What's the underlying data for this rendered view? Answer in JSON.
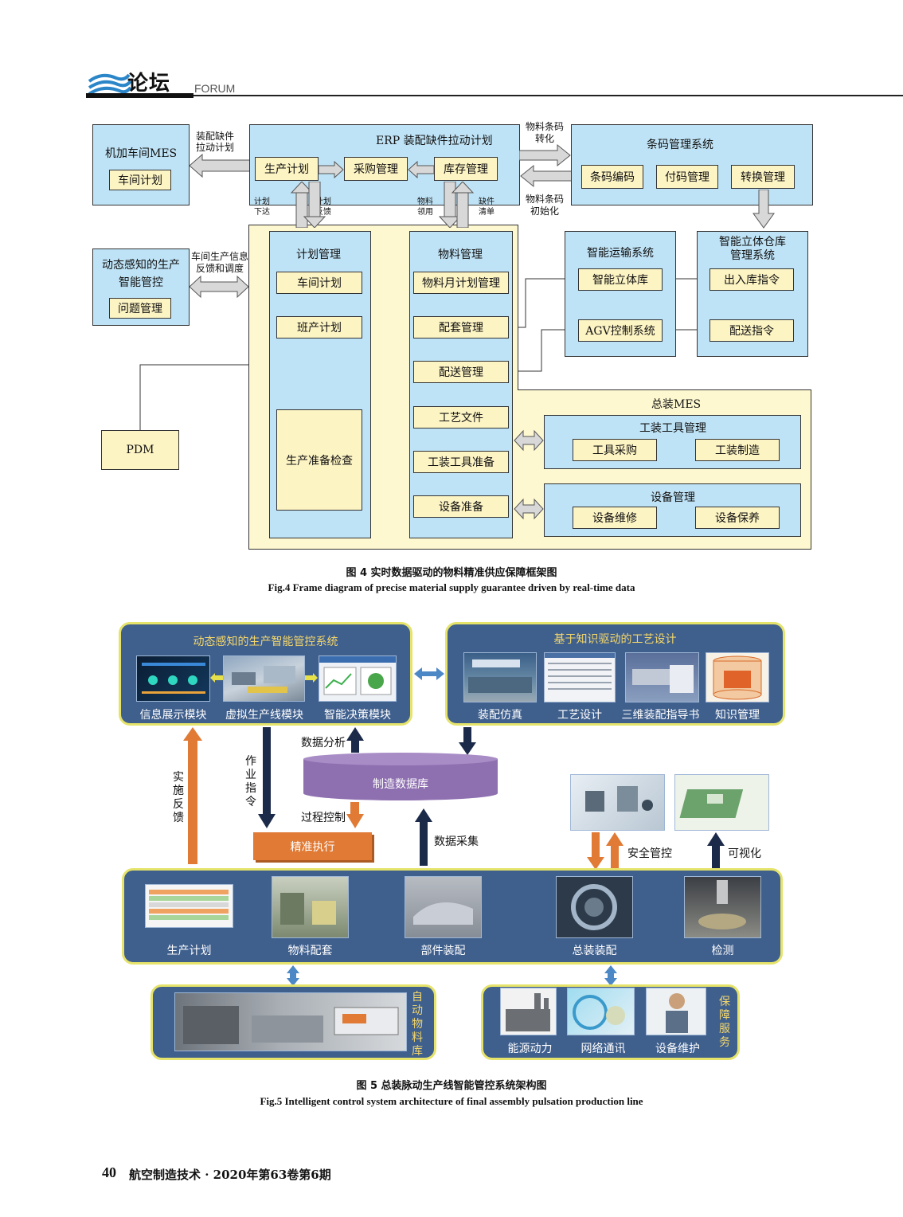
{
  "header": {
    "title": "论坛",
    "subtitle_en": "FORUM"
  },
  "fig4": {
    "mes_machining": {
      "title": "机加车间MES",
      "item": "车间计划"
    },
    "arrow_label_erp_to_mes": "装配缺件\n拉动计划",
    "erp": {
      "title": "ERP  装配缺件拉动计划",
      "items": [
        "生产计划",
        "采购管理",
        "库存管理"
      ]
    },
    "barcode_label_top": "物料条码\n转化",
    "barcode_label_bottom": "物料条码\n初始化",
    "barcode_system": {
      "title": "条码管理系统",
      "items": [
        "条码编码",
        "付码管理",
        "转换管理"
      ]
    },
    "erp_arrow_labels": [
      "计划\n下达",
      "计划\n反馈",
      "物料\n领用",
      "缺件\n清单"
    ],
    "dynamic_control": {
      "title": "动态感知的生产\n智能管控",
      "item": "问题管理"
    },
    "arrow_label_dynamic": "车间生产信息\n反馈和调度",
    "plan_mgmt": {
      "title": "计划管理",
      "items": [
        "车间计划",
        "班产计划",
        "生产准备检查"
      ]
    },
    "material_mgmt": {
      "title": "物料管理",
      "items": [
        "物料月计划管理",
        "配套管理",
        "配送管理",
        "工艺文件",
        "工装工具准备",
        "设备准备"
      ]
    },
    "transport": {
      "title": "智能运输系统",
      "items": [
        "智能立体库",
        "AGV控制系统"
      ]
    },
    "warehouse": {
      "title": "智能立体仓库\n管理系统",
      "items": [
        "出入库指令",
        "配送指令"
      ]
    },
    "pdm": "PDM",
    "final_mes": {
      "title": "总装MES"
    },
    "tooling_mgmt": {
      "title": "工装工具管理",
      "items": [
        "工具采购",
        "工装制造"
      ]
    },
    "equipment_mgmt": {
      "title": "设备管理",
      "items": [
        "设备维修",
        "设备保养"
      ]
    },
    "caption_cn": "图 4    实时数据驱动的物料精准供应保障框架图",
    "caption_en": "Fig.4    Frame diagram of precise material supply guarantee driven by real-time data"
  },
  "fig5": {
    "top_left": {
      "title": "动态感知的生产智能管控系统",
      "labels": [
        "信息展示模块",
        "虚拟生产线模块",
        "智能决策模块"
      ]
    },
    "top_right": {
      "title": "基于知识驱动的工艺设计",
      "labels": [
        "装配仿真",
        "工艺设计",
        "三维装配指导书",
        "知识管理"
      ]
    },
    "database": "制造数据库",
    "data_analysis": "数据分析",
    "process_control": "过程控制",
    "data_collection": "数据采集",
    "precise_exec": "精准执行",
    "impl_feedback": "实施反馈",
    "work_instruction": "作业指令",
    "safety_control": "安全管控",
    "visualization": "可视化",
    "middle": {
      "labels": [
        "生产计划",
        "物料配套",
        "部件装配",
        "总装装配",
        "检测"
      ]
    },
    "bottom_left": {
      "title": "自动物料库"
    },
    "bottom_right": {
      "title": "保障服务",
      "labels": [
        "能源动力",
        "网络通讯",
        "设备维护"
      ]
    },
    "caption_cn": "图 5    总装脉动生产线智能管控系统架构图",
    "caption_en": "Fig.5    Intelligent control system architecture of final assembly pulsation production line"
  },
  "footer": {
    "page": "40",
    "journal": "航空制造技术 · 2020年第63卷第6期"
  },
  "colors": {
    "light_blue": "#bfe3f6",
    "light_yellow": "#fdf8cf",
    "panel_blue": "#3f5f8d",
    "panel_border": "#e5e36a",
    "orange": "#e07a35",
    "navy": "#1c2a4a",
    "db_purple": "#8e6fb0"
  }
}
